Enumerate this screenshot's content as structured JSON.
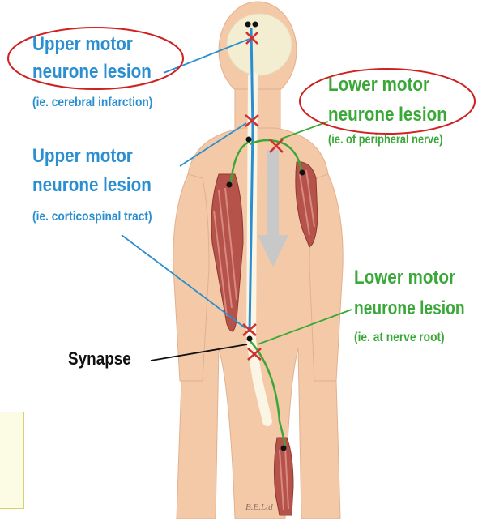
{
  "labels": {
    "umn_brain": {
      "line1": "Upper motor",
      "line2": "neurone lesion",
      "detail": "(ie. cerebral infarction)"
    },
    "umn_tract": {
      "line1": "Upper motor",
      "line2": "neurone lesion",
      "detail": "(ie. corticospinal tract)"
    },
    "lmn_peripheral": {
      "line1": "Lower motor",
      "line2": "neurone lesion",
      "detail": "(ie. of peripheral nerve)"
    },
    "lmn_root": {
      "line1": "Lower motor",
      "line2": "neurone lesion",
      "detail": "(ie. at nerve root)"
    },
    "synapse": "Synapse"
  },
  "credit": "B.E.Ltd",
  "colors": {
    "upper_motor": "#2a8fd0",
    "lower_motor": "#3aa838",
    "lesion_marker": "#d03030",
    "highlight_ellipse": "#d02020",
    "body": "#f4c9a8",
    "muscle": "#b5524a"
  }
}
